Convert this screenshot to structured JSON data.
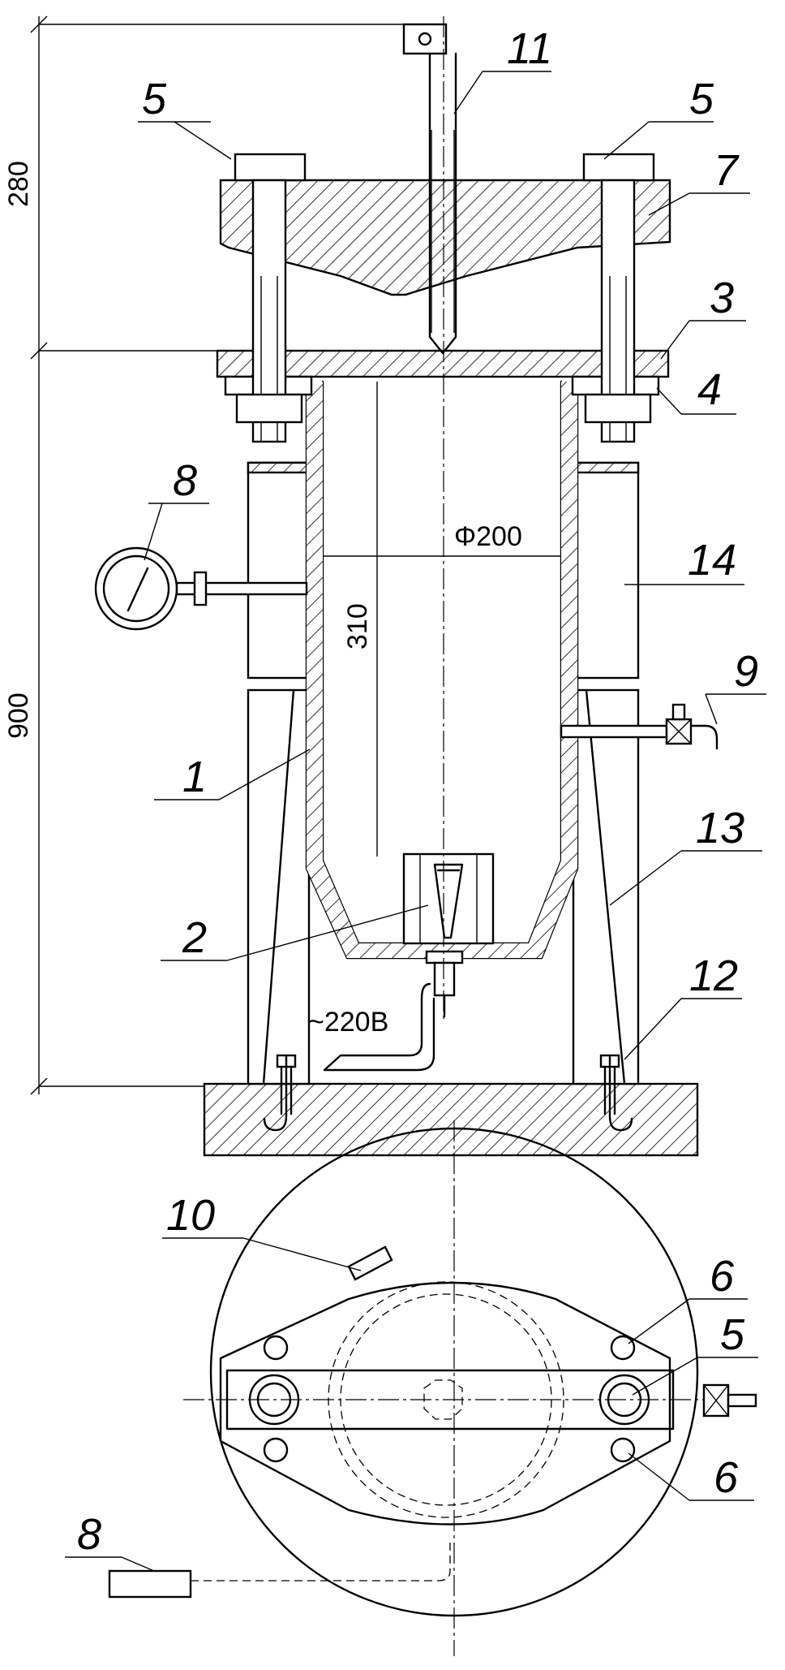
{
  "dimensions": {
    "top_height": "280",
    "total_height": "900",
    "diameter": "Φ200",
    "inner_depth": "310"
  },
  "supply_label": "~220В",
  "part_labels": {
    "p1": "1",
    "p2": "2",
    "p3": "3",
    "p4": "4",
    "p5_left": "5",
    "p5_right": "5",
    "p5_plan": "5",
    "p6_upper": "6",
    "p6_lower": "6",
    "p7": "7",
    "p8_elev": "8",
    "p8_plan": "8",
    "p9": "9",
    "p10": "10",
    "p11": "11",
    "p12": "12",
    "p13": "13",
    "p14": "14"
  }
}
